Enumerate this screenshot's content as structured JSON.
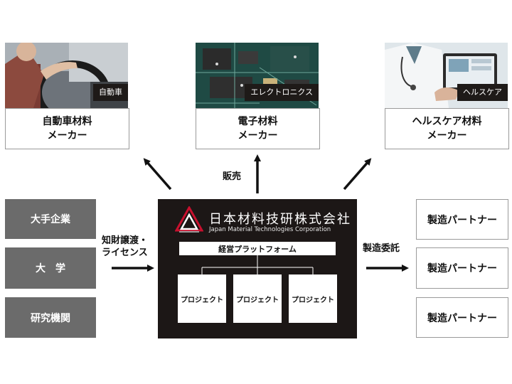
{
  "industries": [
    {
      "tag": "自動車",
      "title": "自動車材料\nメーカー",
      "icon": "steering-wheel-photo"
    },
    {
      "tag": "エレクトロニクス",
      "title": "電子材料\nメーカー",
      "icon": "circuit-board-photo"
    },
    {
      "tag": "ヘルスケア",
      "title": "ヘルスケア材料\nメーカー",
      "icon": "doctor-tablet-photo"
    }
  ],
  "sales_label": "販売",
  "sources": [
    "大手企業",
    "大　学",
    "研究機関"
  ],
  "license_label": "知財譲渡・\nライセンス",
  "company": {
    "name": "日本材料技研株式会社",
    "name_en": "Japan Material Technologies Corporation",
    "platform": "経営プラットフォーム",
    "projects": [
      "プロジェクト",
      "プロジェクト",
      "プロジェクト"
    ]
  },
  "outsource_label": "製造委託",
  "partners": [
    "製造パートナー",
    "製造パートナー",
    "製造パートナー"
  ],
  "colors": {
    "dark": "#1c1716",
    "source_gray": "#6b6b6b",
    "logo_red": "#c8102e"
  }
}
